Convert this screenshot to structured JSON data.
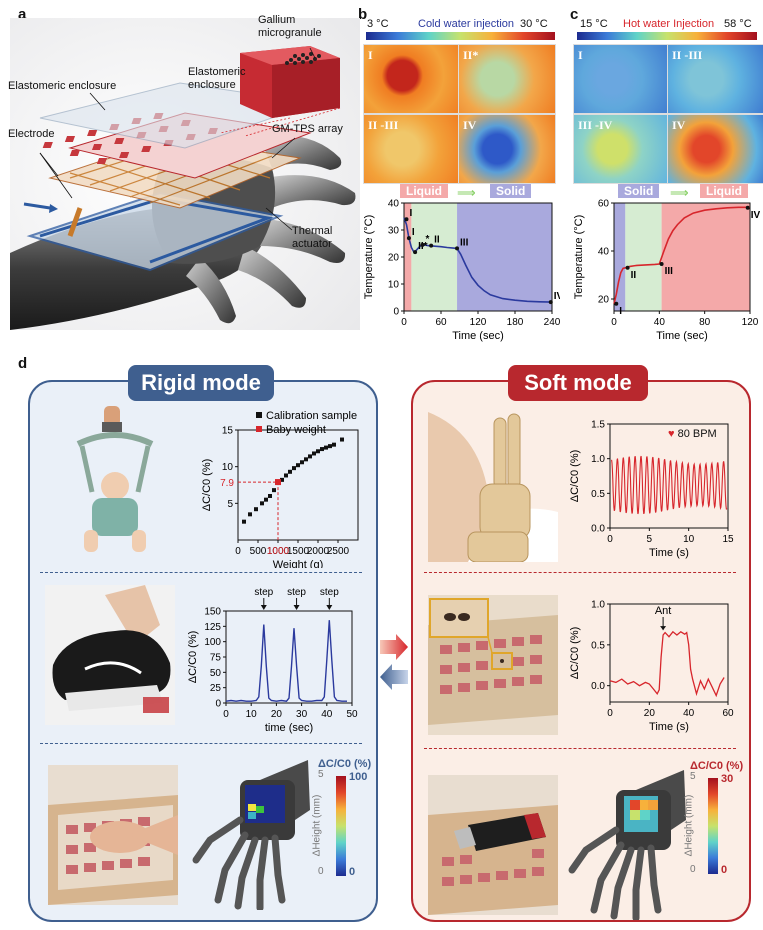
{
  "panels": {
    "a": "a",
    "b": "b",
    "c": "c",
    "d": "d"
  },
  "panel_a": {
    "labels": {
      "gallium": "Gallium microgranule",
      "enclosure_inset": "Elastomeric enclosure",
      "enclosure_top": "Elastomeric enclosure",
      "electrode": "Electrode",
      "array": "GM-TPS array",
      "actuator": "Thermal actuator"
    }
  },
  "panel_b": {
    "scale_min": "3 °C",
    "scale_max": "30 °C",
    "scale_title": "Cold water injection",
    "tiles": [
      "I",
      "II*",
      "II -III",
      "IV"
    ],
    "phase_from": "Liquid",
    "phase_to": "Solid"
  },
  "panel_c": {
    "scale_min": "15 °C",
    "scale_max": "58 °C",
    "scale_title": "Hot water Injection",
    "tiles": [
      "I",
      "II -III",
      "III -IV",
      "IV"
    ],
    "phase_from": "Solid",
    "phase_to": "Liquid"
  },
  "panel_d": {
    "rigid_title": "Rigid mode",
    "soft_title": "Soft mode",
    "bpm_label": "80 BPM",
    "ant_label": "Ant",
    "steps": [
      "step",
      "step",
      "step"
    ],
    "rigid_scale": {
      "title": "ΔC/C0 (%)",
      "max": "100",
      "min": "0",
      "axis": "ΔHeight (mm)",
      "ticks": [
        "5",
        "0"
      ]
    },
    "soft_scale": {
      "title": "ΔC/C0 (%)",
      "max": "30",
      "min": "0",
      "axis": "ΔHeight (mm)",
      "ticks": [
        "5",
        "0"
      ]
    }
  },
  "colors": {
    "cold": "#2b3a9e",
    "hot": "#d7262c",
    "rigid_bg": "#eaf0f8",
    "rigid_border": "#3f5f8f",
    "soft_bg": "#fbeee6",
    "soft_border": "#b8282e",
    "liquid": "#f4a9a9",
    "solid": "#a9a9dd"
  },
  "chart_data": [
    {
      "type": "line",
      "id": "b",
      "xlabel": "Time (sec)",
      "ylabel": "Temperature (°C)",
      "xlim": [
        0,
        240
      ],
      "ylim": [
        0,
        40
      ],
      "xticks": [
        0,
        60,
        120,
        180,
        240
      ],
      "yticks": [
        0,
        10,
        20,
        30,
        40
      ],
      "x": [
        0,
        4,
        8,
        12,
        16,
        20,
        26,
        32,
        40,
        50,
        60,
        70,
        80,
        86,
        92,
        100,
        110,
        120,
        130,
        140,
        160,
        180,
        200,
        220,
        240
      ],
      "y": [
        34.5,
        32,
        27,
        23.5,
        21.8,
        22.5,
        24,
        24.5,
        24.2,
        24,
        23.8,
        23.5,
        23.3,
        23.2,
        21,
        17,
        12.5,
        9.5,
        7.5,
        6,
        4.6,
        4,
        3.6,
        3.4,
        3.3
      ],
      "annotations": [
        {
          "label": "I",
          "x": 4,
          "y": 34
        },
        {
          "label": "I",
          "x": 8,
          "y": 27
        },
        {
          "label": "II*",
          "x": 18,
          "y": 21.8
        },
        {
          "label": "*",
          "x": 30,
          "y": 24.5
        },
        {
          "label": "II",
          "x": 44,
          "y": 24.2
        },
        {
          "label": "III",
          "x": 86,
          "y": 23.2
        },
        {
          "label": "IV",
          "x": 238,
          "y": 3.3
        }
      ],
      "regions": [
        {
          "phase": "liquid",
          "from": 0,
          "to": 12
        },
        {
          "phase": "mixed",
          "from": 12,
          "to": 86
        },
        {
          "phase": "solid",
          "from": 86,
          "to": 240
        }
      ]
    },
    {
      "type": "line",
      "id": "c",
      "xlabel": "Time (sec)",
      "ylabel": "Temperature (°C)",
      "xlim": [
        0,
        120
      ],
      "ylim": [
        15,
        60
      ],
      "xticks": [
        0,
        40,
        80,
        120
      ],
      "yticks": [
        20,
        40,
        60
      ],
      "x": [
        0,
        2,
        4,
        6,
        8,
        10,
        14,
        20,
        28,
        36,
        40,
        44,
        48,
        52,
        56,
        62,
        70,
        80,
        90,
        100,
        110,
        120
      ],
      "y": [
        18,
        22,
        27,
        31,
        32.8,
        33,
        33.6,
        34,
        34.2,
        34.4,
        34.6,
        40,
        45,
        48.5,
        51,
        53.8,
        55.8,
        57,
        57.6,
        58,
        58.2,
        58.2
      ],
      "annotations": [
        {
          "label": "I",
          "x": 2,
          "y": 18
        },
        {
          "label": "II",
          "x": 12,
          "y": 33
        },
        {
          "label": "III",
          "x": 42,
          "y": 34.6
        },
        {
          "label": "IV",
          "x": 118,
          "y": 58
        }
      ],
      "regions": [
        {
          "phase": "solid",
          "from": 0,
          "to": 10
        },
        {
          "phase": "mixed",
          "from": 10,
          "to": 42
        },
        {
          "phase": "liquid",
          "from": 42,
          "to": 120
        }
      ]
    },
    {
      "type": "scatter",
      "id": "d-weight",
      "xlabel": "Weight (g)",
      "ylabel": "ΔC/C0 (%)",
      "xlim": [
        0,
        3000
      ],
      "ylim": [
        0,
        15
      ],
      "xticks": [
        0,
        500,
        1000,
        1500,
        2000,
        2500
      ],
      "yticks": [
        5,
        10,
        15
      ],
      "series": [
        {
          "name": "Calibration sample",
          "x": [
            150,
            300,
            450,
            600,
            700,
            800,
            900,
            1100,
            1200,
            1300,
            1400,
            1500,
            1600,
            1700,
            1800,
            1900,
            2000,
            2100,
            2200,
            2300,
            2400,
            2600
          ],
          "y": [
            2.5,
            3.5,
            4.2,
            5,
            5.5,
            6,
            6.8,
            8.2,
            8.8,
            9.3,
            9.8,
            10.2,
            10.6,
            11,
            11.4,
            11.8,
            12.1,
            12.4,
            12.6,
            12.8,
            13,
            13.7
          ]
        },
        {
          "name": "Baby weight",
          "x": [
            1000
          ],
          "y": [
            7.9
          ]
        }
      ],
      "reference": {
        "x": 1000,
        "y": 7.9,
        "xlabel": "1000",
        "ylabel": "7.9"
      }
    },
    {
      "type": "line",
      "id": "d-step",
      "xlabel": "time (sec)",
      "ylabel": "ΔC/C0 (%)",
      "xlim": [
        0,
        50
      ],
      "ylim": [
        0,
        150
      ],
      "xticks": [
        0,
        10,
        20,
        30,
        40,
        50
      ],
      "yticks": [
        0,
        25,
        50,
        75,
        100,
        125,
        150
      ],
      "x": [
        0,
        2,
        4,
        6,
        8,
        10,
        12,
        13,
        14,
        15,
        16,
        17,
        18,
        20,
        22,
        24,
        25,
        26,
        27,
        28,
        29,
        30,
        32,
        34,
        36,
        38,
        39,
        40,
        41,
        42,
        43,
        44,
        46,
        48
      ],
      "y": [
        3,
        4,
        3,
        4,
        3,
        3,
        4,
        10,
        60,
        128,
        60,
        8,
        4,
        3,
        4,
        3,
        8,
        60,
        122,
        60,
        8,
        4,
        3,
        3,
        4,
        4,
        10,
        70,
        135,
        70,
        10,
        4,
        3,
        3
      ]
    },
    {
      "type": "line",
      "id": "d-pulse",
      "xlabel": "Time (s)",
      "ylabel": "ΔC/C0 (%)",
      "xlim": [
        0,
        15
      ],
      "ylim": [
        0,
        1.5
      ],
      "xticks": [
        0,
        5,
        10,
        15
      ],
      "yticks": [
        0.0,
        0.5,
        1.0,
        1.5
      ],
      "period": 0.75,
      "base": 0.62,
      "amplitude_max": 0.42,
      "amplitude_min": 0.3
    },
    {
      "type": "line",
      "id": "d-ant",
      "xlabel": "Time (s)",
      "ylabel": "ΔC/C0 (%)",
      "xlim": [
        0,
        60
      ],
      "ylim": [
        -0.2,
        1.0
      ],
      "xticks": [
        0,
        20,
        40,
        60
      ],
      "yticks": [
        0.0,
        0.5,
        1.0
      ],
      "x": [
        0,
        3,
        6,
        9,
        12,
        15,
        18,
        20,
        22,
        24,
        25,
        26,
        27,
        28,
        30,
        32,
        34,
        36,
        38,
        39,
        40,
        41,
        42,
        44,
        46,
        48,
        50,
        52,
        54,
        56,
        58
      ],
      "y": [
        0.06,
        0.04,
        0.08,
        0.02,
        0.05,
        0.0,
        0.04,
        0.02,
        -0.04,
        -0.1,
        -0.05,
        0.35,
        0.62,
        0.65,
        0.6,
        0.66,
        0.62,
        0.66,
        0.63,
        0.65,
        0.5,
        0.2,
        0.08,
        -0.1,
        0.06,
        -0.04,
        0.08,
        -0.02,
        -0.12,
        0.02,
        0.1
      ]
    }
  ]
}
